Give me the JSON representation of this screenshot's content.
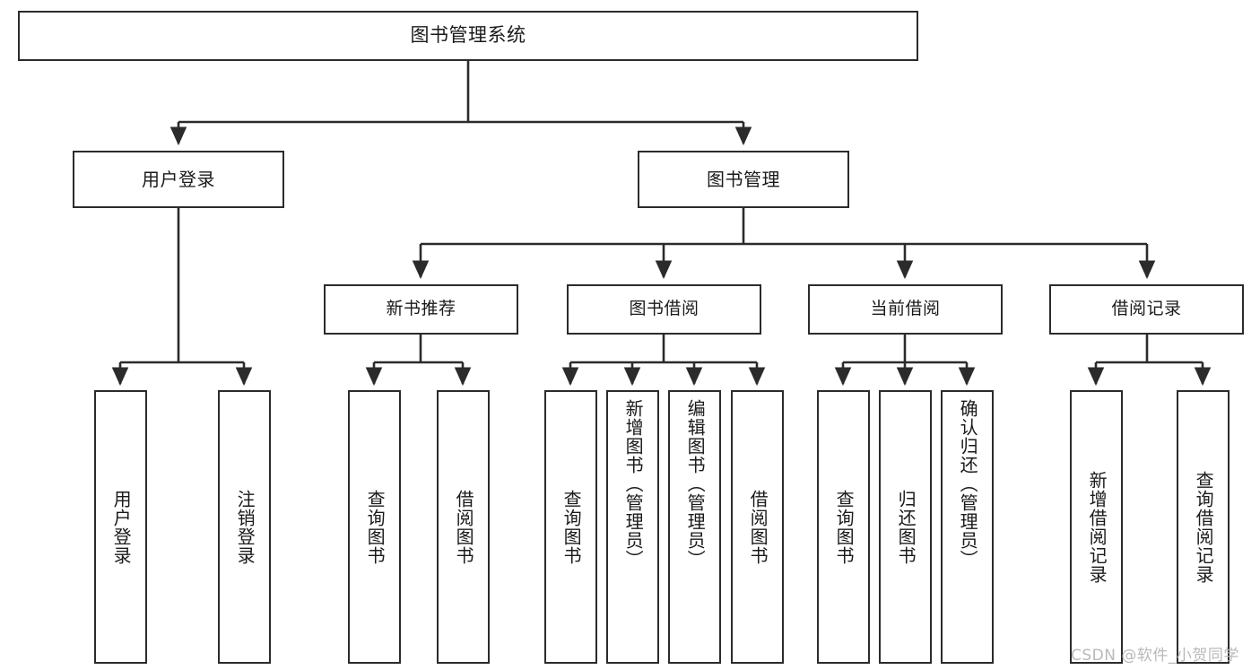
{
  "diagram": {
    "title": "图书管理系统",
    "type": "tree",
    "watermark": "CSDN @软件_小贺同学",
    "colors": {
      "stroke": "#2b2b2b",
      "fill": "#ffffff",
      "text": "#1a1a1a",
      "watermark": "#b9b9b9"
    },
    "root": {
      "label": "图书管理系统"
    },
    "level2": [
      {
        "label": "用户登录"
      },
      {
        "label": "图书管理"
      }
    ],
    "level3": [
      {
        "label": "新书推荐"
      },
      {
        "label": "图书借阅"
      },
      {
        "label": "当前借阅"
      },
      {
        "label": "借阅记录"
      }
    ],
    "leaves": [
      {
        "label": "用户登录",
        "parent": "用户登录"
      },
      {
        "label": "注销登录",
        "parent": "用户登录"
      },
      {
        "label": "查询图书",
        "parent": "新书推荐"
      },
      {
        "label": "借阅图书",
        "parent": "新书推荐"
      },
      {
        "label": "查询图书",
        "parent": "图书借阅"
      },
      {
        "label": "新增图书（管理员）",
        "parent": "图书借阅"
      },
      {
        "label": "编辑图书（管理员）",
        "parent": "图书借阅"
      },
      {
        "label": "借阅图书",
        "parent": "图书借阅"
      },
      {
        "label": "查询图书",
        "parent": "当前借阅"
      },
      {
        "label": "归还图书",
        "parent": "当前借阅"
      },
      {
        "label": "确认归还（管理员）",
        "parent": "当前借阅"
      },
      {
        "label": "新增借阅记录",
        "parent": "借阅记录"
      },
      {
        "label": "查询借阅记录",
        "parent": "借阅记录"
      }
    ]
  }
}
